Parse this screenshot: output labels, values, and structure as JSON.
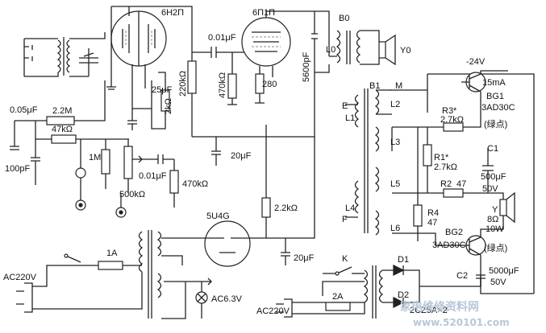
{
  "labels": {
    "tube_6n2p": "6H2П",
    "tube_6p1p": "6П1П",
    "b0": "B0",
    "l0": "L0",
    "y0": "Y0",
    "c_001_a": "0.01μF",
    "r_220k": "220kΩ",
    "r_470k_a": "470kΩ",
    "r_280": "280",
    "c_5600p": "5600pF",
    "c_005": "0.05μF",
    "r_2_2m": "2.2M",
    "r_47k": "47kΩ",
    "c_25u": "25μF",
    "r_2k": "2kΩ",
    "c_100p": "100pF",
    "r_1m": "1M",
    "c_20u_a": "20μF",
    "c_001_b": "0.01μF",
    "r_500k": "500kΩ",
    "r_470k_b": "470kΩ",
    "r_2_2k": "2.2kΩ",
    "tube_5u4g": "5U4G",
    "c_20u_b": "20μF",
    "fuse_1a": "1A",
    "ac220_a": "AC220V",
    "ac6_3": "AC6.3V",
    "b1": "B1",
    "m": "M",
    "e": "E",
    "l1": "L1",
    "l2": "L2",
    "l3": "L3",
    "l4": "L4",
    "l5": "L5",
    "l6": "L6",
    "f": "F",
    "v_24": "-24V",
    "i_15ma": "15mA",
    "bg1": "BG1",
    "bg1_type": "3AD30C",
    "bg1_mark": "(绿点)",
    "r3": "R3*",
    "r3_val": "2.7kΩ",
    "r1": "R1*",
    "r1_val": "2.7kΩ",
    "r2": "R2",
    "r2_val": "47",
    "r4": "R4",
    "r4_val": "47",
    "c1": "C1",
    "c1_val": "500μF",
    "c1_v": "50V",
    "spk_y": "Y",
    "spk_ohm": "8Ω",
    "spk_w": "10W",
    "bg2": "BG2",
    "bg2_type": "3AD30C",
    "bg2_mark": "(绿点)",
    "k": "K",
    "d1": "D1",
    "d2": "D2",
    "c2": "C2",
    "c2_val": "5000μF",
    "c2_v": "50V",
    "fuse_2a": "2A",
    "ac220_b": "AC220V",
    "diode_type": "2CZ5A×2"
  },
  "watermark": {
    "cn": "家电维修资料网",
    "url": "www.520101.com"
  },
  "colors": {
    "ink": "#222222",
    "watermark": "#b9c7d8",
    "paper": "#ffffff"
  }
}
